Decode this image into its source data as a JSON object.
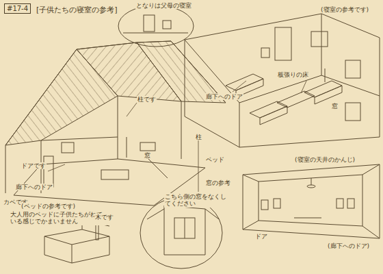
{
  "diagram": {
    "title": "[子供たちの寝室の参考]",
    "nodes": [
      {
        "text": [
          "#17-4"
        ]
      }
    ],
    "labels": [
      "となりは父母の寝室",
      "(寝室の参考です)",
      "廊下へのドア",
      "板張りの床",
      "窓",
      "柱です",
      "ドアです",
      "廊下へのドア",
      "カベです",
      "窓",
      "柱",
      "ベッド",
      "こちら側の窓をなくしてください",
      "(ベッドの参考です)",
      "大人用のベッドに子供たちがねている感じでかまいません",
      "木です",
      "窓の参考",
      "(寝室の天井のかんじ)",
      "ドア",
      "(廊下へのドア)"
    ]
  }
}
